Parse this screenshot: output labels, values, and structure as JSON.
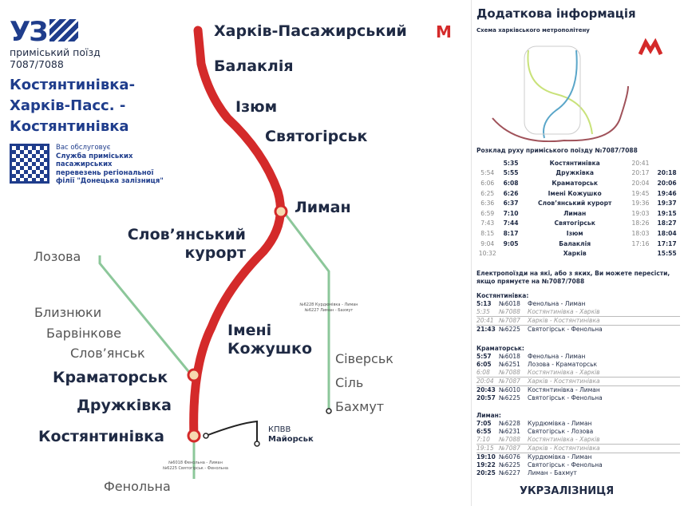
{
  "header": {
    "logo": "УЗ",
    "subtitle": "приміський поїзд",
    "train_number": "7087/7088",
    "route": "Костянтинівка-Харків-Пасс. - Костянтинівка",
    "service": [
      "Вас обслуговує",
      "Служба приміських",
      "пасажирських",
      "перевезень регіональної",
      "філії \"Донецька залізниця\""
    ]
  },
  "map": {
    "main_stations": [
      "Харків-Пасажирський",
      "Балаклія",
      "Ізюм",
      "Святогірськ",
      "Лиман",
      "Слов’янський курорт",
      "Імені Кожушко",
      "Краматорськ",
      "Дружківка",
      "Костянтинівка"
    ],
    "metro_marker": "М",
    "branch_stations": [
      "Лозова",
      "Близнюки",
      "Барвінкове",
      "Слов’янськ",
      "Сіверськ",
      "Сіль",
      "Бахмут",
      "Фенольна"
    ],
    "kpvv": [
      "КПВВ",
      "Майорськ"
    ],
    "liman_trains": [
      "№6228 Курдюмівка - Лиман",
      "№6227 Лиман - Бахмут"
    ],
    "kost_trains": [
      "№6018 Фенольна - Лиман",
      "№6225 Святогірськ - Фенольна"
    ]
  },
  "info": {
    "title": "Додаткова інформація",
    "metro_title": "Схема харківського метрополітену",
    "schedule_title": "Розклад руху приміського поїзду №7087/7088",
    "schedule": [
      [
        "",
        "5:35",
        "Костянтинівка",
        "20:41",
        ""
      ],
      [
        "5:54",
        "5:55",
        "Дружківка",
        "20:17",
        "20:18"
      ],
      [
        "6:06",
        "6:08",
        "Краматорськ",
        "20:04",
        "20:06"
      ],
      [
        "6:25",
        "6:26",
        "Імені Кожушко",
        "19:45",
        "19:46"
      ],
      [
        "6:36",
        "6:37",
        "Слов’янський курорт",
        "19:36",
        "19:37"
      ],
      [
        "6:59",
        "7:10",
        "Лиман",
        "19:03",
        "19:15"
      ],
      [
        "7:43",
        "7:44",
        "Святогірськ",
        "18:26",
        "18:27"
      ],
      [
        "8:15",
        "8:17",
        "Ізюм",
        "18:03",
        "18:04"
      ],
      [
        "9:04",
        "9:05",
        "Балаклія",
        "17:16",
        "17:17"
      ],
      [
        "10:32",
        "",
        "Харків",
        "",
        "15:55"
      ]
    ],
    "note": "Електропоїзди на які, або з яких, Ви можете пересісти, якщо прямуєте на №7087/7088",
    "sections": [
      {
        "title": "Костянтинівка:",
        "rows": [
          [
            "5:13",
            "№6018",
            "Фенольна - Лиман"
          ],
          [
            "5:35",
            "№7088",
            "Костянтинівка - Харків"
          ],
          [
            "20:41",
            "№7087",
            "Харків - Костянтинівка"
          ],
          [
            "21:43",
            "№6225",
            "Святогірськ - Фенольна"
          ]
        ]
      },
      {
        "title": "Краматорськ:",
        "rows": [
          [
            "5:57",
            "№6018",
            "Фенольна - Лиман"
          ],
          [
            "6:05",
            "№6251",
            "Лозова - Краматорськ"
          ],
          [
            "6:08",
            "№7088",
            "Костянтинівка - Харків"
          ],
          [
            "20:04",
            "№7087",
            "Харків - Костянтинівка"
          ],
          [
            "20:43",
            "№6010",
            "Костянтинівка - Лиман"
          ],
          [
            "20:57",
            "№6225",
            "Святогірськ - Фенольна"
          ]
        ]
      },
      {
        "title": "Лиман:",
        "rows": [
          [
            "7:05",
            "№6228",
            "Курдюмівка - Лиман"
          ],
          [
            "6:55",
            "№6231",
            "Святогірськ - Лозова"
          ],
          [
            "7:10",
            "№7088",
            "Костянтинівка - Харків"
          ],
          [
            "19:15",
            "№7087",
            "Харків - Костянтинівка"
          ],
          [
            "19:10",
            "№6076",
            "Курдюмівка - Лиман"
          ],
          [
            "19:22",
            "№6225",
            "Святогірськ - Фенольна"
          ],
          [
            "20:25",
            "№6227",
            "Лиман - Бахмут"
          ]
        ]
      }
    ],
    "footer": "УКРЗАЛІЗНИЦЯ"
  },
  "colors": {
    "main_line": "#d42a2a",
    "branch": "#8cc79a",
    "brand": "#1f3d8c"
  }
}
